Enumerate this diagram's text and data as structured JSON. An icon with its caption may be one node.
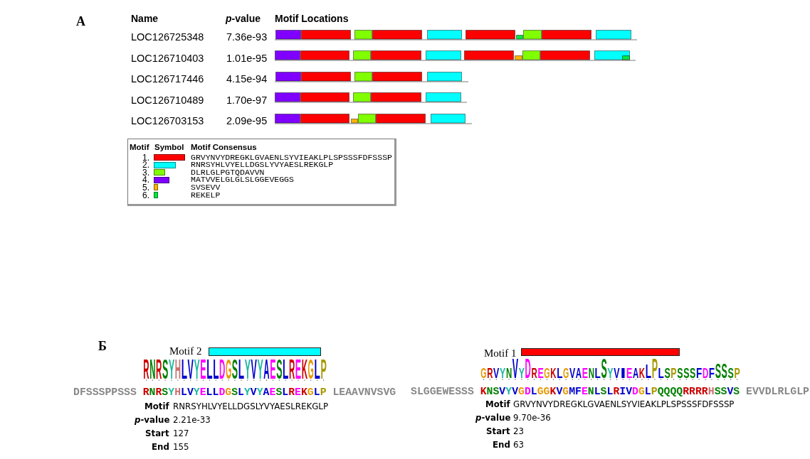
{
  "diagram": {
    "labels": [
      "А",
      "Name",
      "*p*-value",
      "Motif Locations",
      "LOC126725348",
      "7.36e-93",
      "LOC126710403",
      "1.01e-95",
      "LOC126717446",
      "4.15e-94",
      "LOC126710489",
      "1.70e-97",
      "LOC126703153",
      "2.09e-95",
      "Motif",
      "Symbol",
      "Motif Consensus",
      "1.",
      "2.",
      "3.",
      "4.",
      "5.",
      "6.",
      "Б",
      "Motif 2",
      "RNRSYHLVYELLDGSLYVYAESLREKGLP",
      "DFSSSPPSSS RNRSYHLVYELLDGSLYVYAESLREKGLP LEAAVNVSVG",
      "Motif",
      "RNRSYHLVYELLDGSLYVYAESLREKGLP",
      "*p*-value",
      "2.21e-33",
      "Start",
      "127",
      "End",
      "155",
      "Motif 1",
      "GRVYNVYDREGKLGVAENLSYVIEAKLPLSPSSSFDFSSSP",
      "SLGGEWESSS KNSVYVGDLGGKVGMFENLSLRIVDGLPQQQQRRRRHSSVS EVVDLRLGLP",
      "Motif",
      "GRVYNVYDREGKLGVAENLSYVIEAKLPLSPSSSFDFSSSP",
      "*p*-value",
      "9.70e-36",
      "Start",
      "23",
      "End",
      "63"
    ],
    "legend": [
      {
        "text": "GRVYNVYDREGKLGVAENLSYVIEAKLPLSPSSSFDFSSSP",
        "color": "#ff0000"
      },
      {
        "text": "RNRSYHLVYELLDGSLYVYAESLREKGLP",
        "color": "#00ffff"
      },
      {
        "text": "DLRLGLPGTQDAVVN",
        "color": "#80ff00"
      },
      {
        "text": "MATVVELGLGLSLGGEVEGGS",
        "color": "#8000ff"
      },
      {
        "text": "SVSEVV",
        "color": "#ffb300"
      },
      {
        "text": "REKELP",
        "color": "#00e640"
      }
    ]
  }
}
